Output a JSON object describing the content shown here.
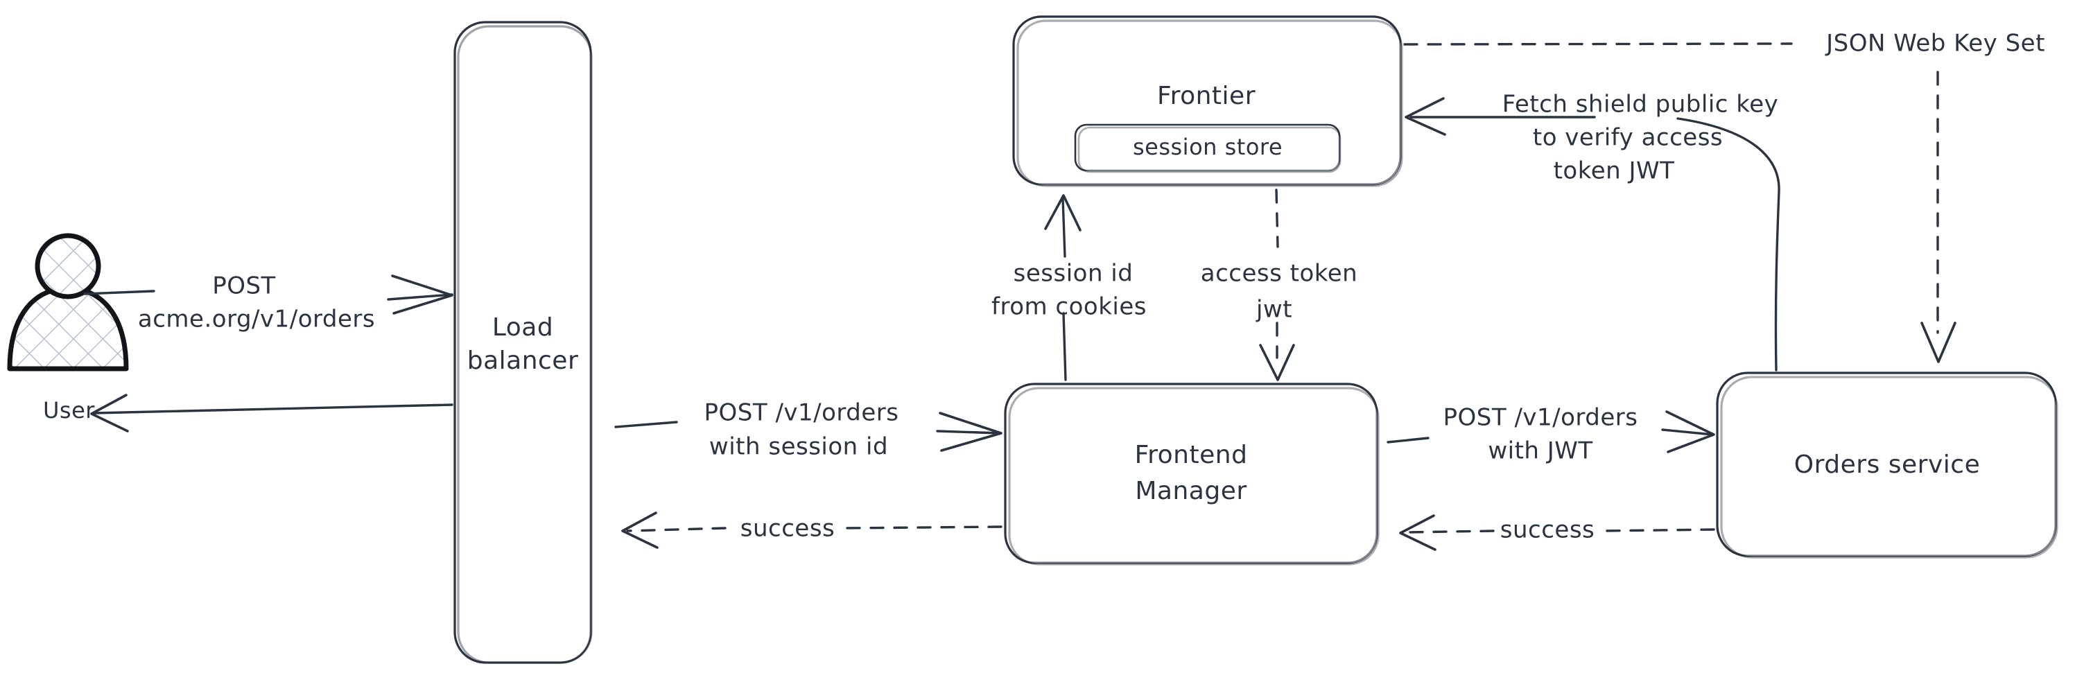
{
  "diagram": {
    "title": "Auth flow: user request through load balancer, frontend manager, frontier and orders service",
    "stroke_color": "#2c3340",
    "background_color": "#ffffff",
    "hatch_color": "#b6c2d2"
  },
  "nodes": {
    "user": {
      "label": "User",
      "name": "user-actor"
    },
    "load_balancer": {
      "line1": "Load",
      "line2": "balancer"
    },
    "frontier": {
      "label": "Frontier"
    },
    "session_store": {
      "label": "session store"
    },
    "frontend_manager": {
      "line1": "Frontend",
      "line2": "Manager"
    },
    "orders_service": {
      "label": "Orders service"
    }
  },
  "edges": {
    "user_to_lb": {
      "line1": "POST",
      "line2": "acme.org/v1/orders",
      "style": "solid",
      "direction": "right"
    },
    "lb_to_user": {
      "label": "",
      "style": "solid",
      "direction": "left"
    },
    "lb_to_fm": {
      "line1": "POST /v1/orders",
      "line2": "with session id",
      "style": "solid",
      "direction": "right"
    },
    "fm_to_lb": {
      "label": "success",
      "style": "dashed",
      "direction": "left"
    },
    "fm_to_orders": {
      "line1": "POST /v1/orders",
      "line2": "with JWT",
      "style": "solid",
      "direction": "right"
    },
    "orders_to_fm": {
      "label": "success",
      "style": "dashed",
      "direction": "left"
    },
    "fm_to_frontier": {
      "line1": "session id",
      "line2": "from cookies",
      "style": "solid",
      "direction": "up"
    },
    "frontier_to_fm": {
      "line1": "access token",
      "line2": "jwt",
      "style": "dashed",
      "direction": "down"
    },
    "orders_to_frontier": {
      "line1": "Fetch shield public key",
      "line2": "to verify access",
      "line3": "token JWT",
      "style": "solid",
      "direction": "left"
    },
    "frontier_to_orders": {
      "label": "JSON Web Key Set",
      "style": "dashed",
      "direction": "down"
    }
  }
}
